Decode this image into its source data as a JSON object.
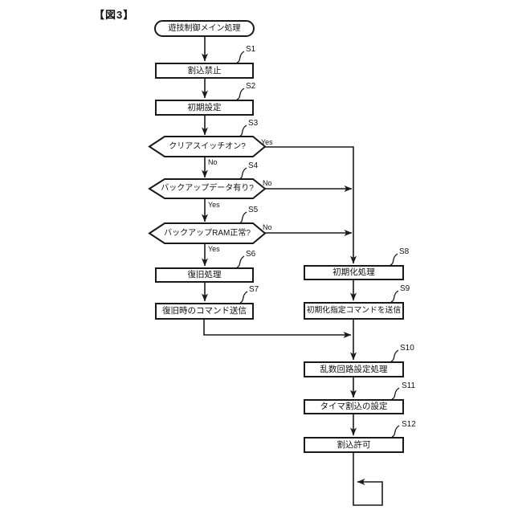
{
  "figure": {
    "title": "【図3】"
  },
  "flowchart": {
    "start": {
      "label": "遊技制御メイン処理"
    },
    "branch": {
      "yes": "Yes",
      "no": "No"
    },
    "steps": {
      "s1": {
        "tag": "S1",
        "label": "割込禁止",
        "type": "process"
      },
      "s2": {
        "tag": "S2",
        "label": "初期設定",
        "type": "process"
      },
      "s3": {
        "tag": "S3",
        "label": "クリアスイッチオン?",
        "type": "decision"
      },
      "s4": {
        "tag": "S4",
        "label": "バックアップデータ有り?",
        "type": "decision"
      },
      "s5": {
        "tag": "S5",
        "label": "バックアップRAM正常?",
        "type": "decision"
      },
      "s6": {
        "tag": "S6",
        "label": "復旧処理",
        "type": "process"
      },
      "s7": {
        "tag": "S7",
        "label": "復旧時のコマンド送信",
        "type": "process"
      },
      "s8": {
        "tag": "S8",
        "label": "初期化処理",
        "type": "process"
      },
      "s9": {
        "tag": "S9",
        "label": "初期化指定コマンドを送信",
        "type": "process"
      },
      "s10": {
        "tag": "S10",
        "label": "乱数回路設定処理",
        "type": "process"
      },
      "s11": {
        "tag": "S11",
        "label": "タイマ割込の設定",
        "type": "process"
      },
      "s12": {
        "tag": "S12",
        "label": "割込許可",
        "type": "process"
      }
    },
    "colors": {
      "line": "#1a1a1a",
      "background": "#ffffff"
    }
  }
}
